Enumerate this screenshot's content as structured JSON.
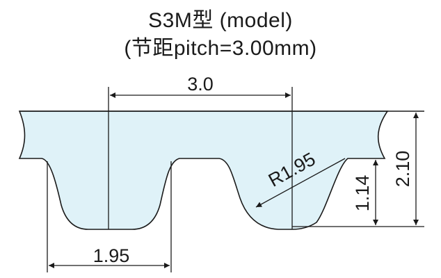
{
  "title": {
    "line1": "S3M型 (model)",
    "line2": "(节距pitch=3.00mm)"
  },
  "dimensions": {
    "pitch": "3.0",
    "tooth_width": "1.95",
    "radius": "R1.95",
    "tooth_height": "1.14",
    "belt_thickness": "2.10"
  },
  "colors": {
    "belt_fill": "#dff2f8",
    "line": "#1a1a1a"
  }
}
